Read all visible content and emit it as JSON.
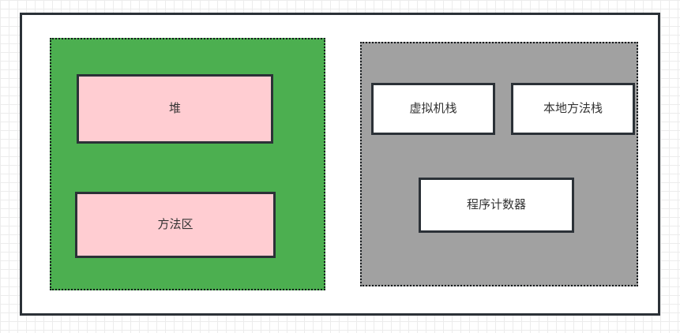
{
  "diagram": {
    "type": "jvm-memory-structure",
    "left_group": {
      "heap": {
        "label": "堆"
      },
      "method_area": {
        "label": "方法区"
      }
    },
    "right_group": {
      "vm_stack": {
        "label": "虚拟机栈"
      },
      "native_method_stack": {
        "label": "本地方法栈"
      },
      "program_counter": {
        "label": "程序计数器"
      }
    },
    "colors": {
      "green_group_fill": "#4caf50",
      "gray_group_fill": "#a1a1a1",
      "pink_box_fill": "#ffcdd2",
      "white_box_fill": "#ffffff",
      "stroke": "#2b3137",
      "dotted_stroke": "#161a1d",
      "text": "#333333",
      "grid_line": "#ececec",
      "canvas_background": "#ffffff"
    }
  }
}
